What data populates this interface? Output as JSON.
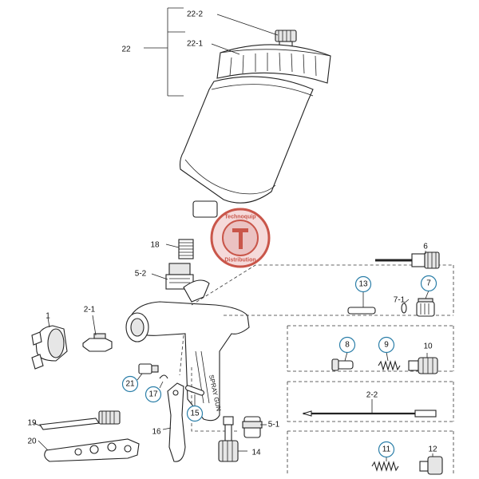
{
  "watermark": {
    "top_text": "Technoquip",
    "bottom_text": "Distribution",
    "colors": {
      "ring": "#c0392b",
      "inner": "#e8b8b8"
    }
  },
  "parts": [
    {
      "id": "22-2",
      "label": "22-2",
      "circled": false
    },
    {
      "id": "22-1",
      "label": "22-1",
      "circled": false
    },
    {
      "id": "22",
      "label": "22",
      "circled": false
    },
    {
      "id": "18",
      "label": "18",
      "circled": false
    },
    {
      "id": "5-2",
      "label": "5-2",
      "circled": false
    },
    {
      "id": "6",
      "label": "6",
      "circled": false
    },
    {
      "id": "13",
      "label": "13",
      "circled": true
    },
    {
      "id": "7",
      "label": "7",
      "circled": true
    },
    {
      "id": "7-1",
      "label": "7-1",
      "circled": false
    },
    {
      "id": "1",
      "label": "1",
      "circled": false
    },
    {
      "id": "2-1",
      "label": "2-1",
      "circled": false
    },
    {
      "id": "8",
      "label": "8",
      "circled": true
    },
    {
      "id": "9",
      "label": "9",
      "circled": true
    },
    {
      "id": "10",
      "label": "10",
      "circled": false
    },
    {
      "id": "21",
      "label": "21",
      "circled": true
    },
    {
      "id": "17",
      "label": "17",
      "circled": true
    },
    {
      "id": "15",
      "label": "15",
      "circled": true
    },
    {
      "id": "2-2",
      "label": "2-2",
      "circled": false
    },
    {
      "id": "19",
      "label": "19",
      "circled": false
    },
    {
      "id": "16",
      "label": "16",
      "circled": false
    },
    {
      "id": "5-1",
      "label": "5-1",
      "circled": false
    },
    {
      "id": "20",
      "label": "20",
      "circled": false
    },
    {
      "id": "14",
      "label": "14",
      "circled": false
    },
    {
      "id": "11",
      "label": "11",
      "circled": true
    },
    {
      "id": "12",
      "label": "12",
      "circled": false
    }
  ],
  "accent_colors": {
    "callout_circle": "#2a7ea8",
    "line": "#222222"
  }
}
